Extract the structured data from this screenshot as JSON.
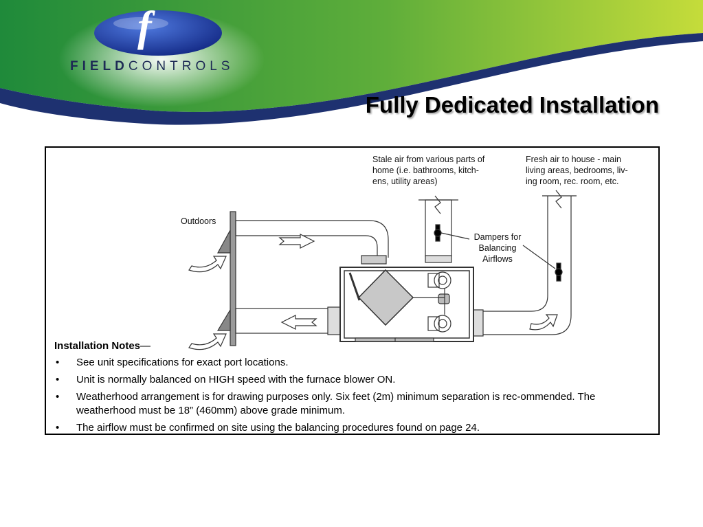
{
  "logo": {
    "letter": "f",
    "brand_bold": "FIELD",
    "brand_light": "CONTROLS"
  },
  "page_title": "Fully Dedicated Installation",
  "colors": {
    "green_light": "#b6d234",
    "green_dark": "#2e8b3a",
    "navy": "#1e3170",
    "logo_blue": "#1c3a9c"
  },
  "diagram": {
    "label_outdoors": "Outdoors",
    "label_stale_air": [
      "Stale air from various parts of",
      "home (i.e. bathrooms, kitch-",
      "ens, utility areas)"
    ],
    "label_fresh_air": [
      "Fresh air to house - main",
      "living areas, bedrooms, liv-",
      "ing room, rec. room, etc."
    ],
    "label_dampers": [
      "Dampers for",
      "Balancing",
      "Airflows"
    ]
  },
  "notes": {
    "heading": "Installation Notes",
    "dash": "—",
    "items": [
      "See unit specifications for exact port locations.",
      "Unit is normally balanced on HIGH speed with the furnace blower ON.",
      "Weatherhood arrangement is for drawing purposes only. Six feet (2m) minimum separation is rec-ommended. The weatherhood must be 18” (460mm) above grade minimum.",
      "The airflow must be confirmed on site using the balancing procedures found on page 24."
    ]
  }
}
